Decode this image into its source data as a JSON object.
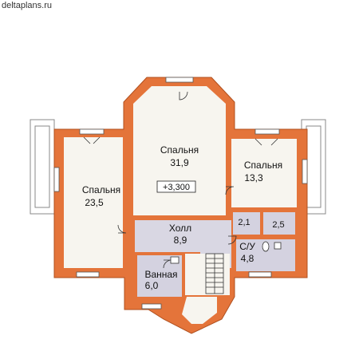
{
  "site": "deltaplans.ru",
  "colors": {
    "wall": "#e4743a",
    "wall_stroke": "#b0501f",
    "floor": "#f7f5ef",
    "hall": "#d9d7e3",
    "wet": "#d4d2e0",
    "balcony": "#888888"
  },
  "rooms": {
    "bedroom_center": {
      "name": "Спальня",
      "area": "31,9"
    },
    "bedroom_left": {
      "name": "Спальня",
      "area": "23,5"
    },
    "bedroom_right": {
      "name": "Спальня",
      "area": "13,3"
    },
    "hall": {
      "name": "Холл",
      "area": "8,9"
    },
    "bathroom": {
      "name": "Ванная",
      "area": "6,0"
    },
    "wc": {
      "name": "С/У",
      "area": "4,8"
    },
    "closet_a": {
      "area": "2,1"
    },
    "closet_b": {
      "area": "2,5"
    }
  },
  "level_mark": "+3,300"
}
